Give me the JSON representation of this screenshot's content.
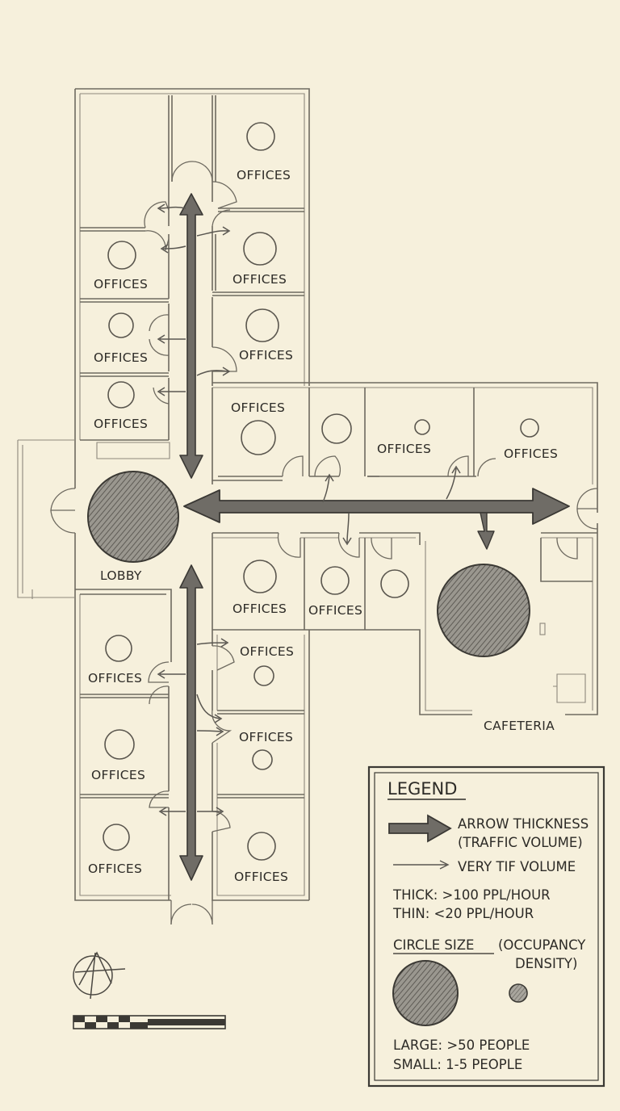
{
  "colors": {
    "paper": "#f6f0dc",
    "ink": "#2d2b27",
    "wall": "#6e6a60",
    "arrow_fill": "#6f6c66",
    "arrow_stroke": "#3a3834"
  },
  "icons": {
    "compass": "north-arrow-icon",
    "scale": "scale-bar-icon"
  },
  "rooms": {
    "offices_label": "OFFICES",
    "lobby_label": "LOBBY",
    "cafeteria_label": "CAFETERIA"
  },
  "legend": {
    "title": "LEGEND",
    "arrow_line1": "ARROW THICKNESS",
    "arrow_line2": "(TRAFFIC VOLUME)",
    "thin_arrow_label": "VERY TIF VOLUME",
    "thick_rule": "THICK: >100 PPL/HOUR",
    "thin_rule": "THIN: <20 PPL/HOUR",
    "circle_title": "CIRCLE SIZE",
    "circle_paren1": "(OCCUPANCY",
    "circle_paren2": "DENSITY)",
    "large_rule": "LARGE: >50 PEOPLE",
    "small_rule": "SMALL: 1-5 PEOPLE"
  }
}
